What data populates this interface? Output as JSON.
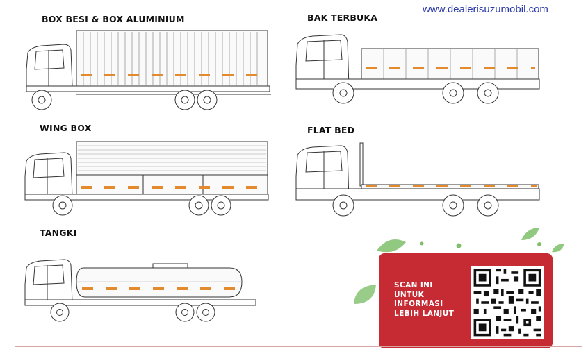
{
  "website": "www.dealerisuzumobil.com",
  "bodies": {
    "box": "BOX BESI & BOX ALUMINIUM",
    "bak": "BAK TERBUKA",
    "wing": "WING BOX",
    "flat": "FLAT BED",
    "tank": "TANGKI"
  },
  "cta": {
    "lines": [
      "SCAN INI",
      "UNTUK",
      "INFORMASI",
      "LEBIH LANJUT"
    ]
  },
  "colors": {
    "accent_stripe": "#e38a2e",
    "cta_background": "#c62a32",
    "url_text": "#2a3aa8",
    "leaf": "#7fbf6a"
  },
  "icons": [
    "truck-icon",
    "qr-code-icon",
    "leaf-icon"
  ]
}
